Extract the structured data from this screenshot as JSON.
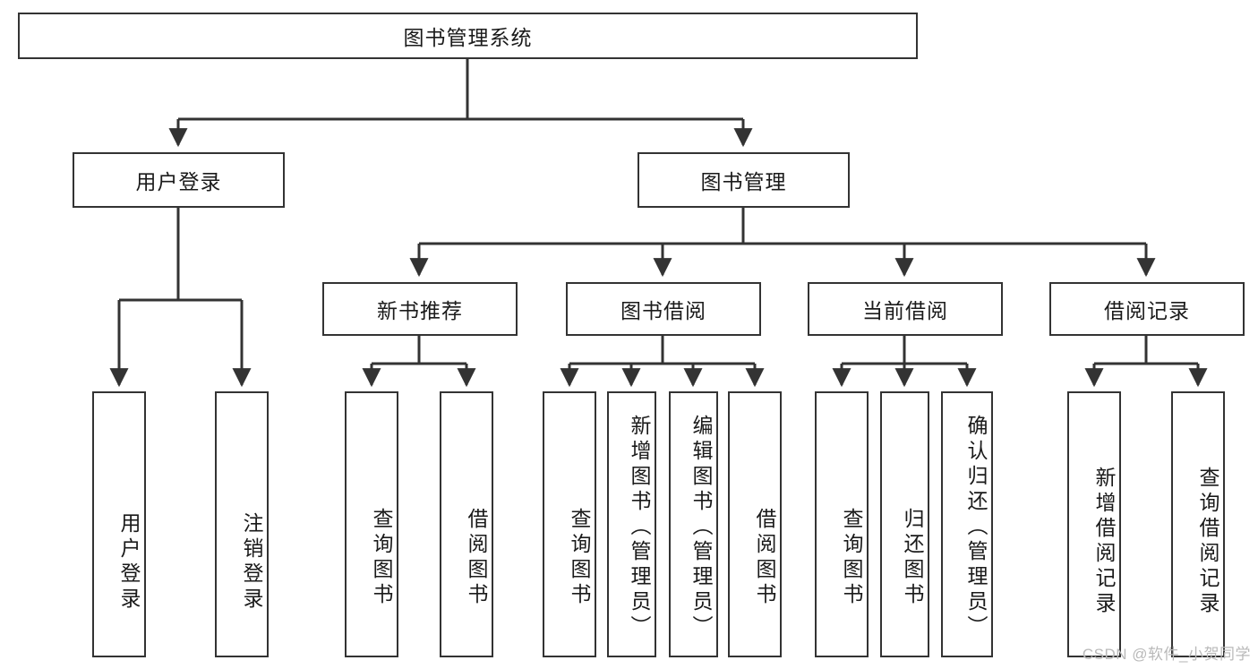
{
  "diagram": {
    "title": "图书管理系统",
    "type": "tree",
    "watermark": "CSDN @软件_小贺同学",
    "colors": {
      "box_border": "#333333",
      "box_fill": "#ffffff",
      "line": "#333333",
      "text": "#1a1a1a",
      "watermark": "#b9b9b9"
    },
    "root": {
      "label": "图书管理系统"
    },
    "level2": [
      {
        "label": "用户登录"
      },
      {
        "label": "图书管理"
      }
    ],
    "level3": [
      {
        "label": "新书推荐"
      },
      {
        "label": "图书借阅"
      },
      {
        "label": "当前借阅"
      },
      {
        "label": "借阅记录"
      }
    ],
    "leaves": {
      "user_login": [
        {
          "label": "用户登录"
        },
        {
          "label": "注销登录"
        }
      ],
      "new_book": [
        {
          "label": "查询图书"
        },
        {
          "label": "借阅图书"
        }
      ],
      "borrow_book": [
        {
          "label": "查询图书"
        },
        {
          "label": "新增图书（管理员）"
        },
        {
          "label": "编辑图书（管理员）"
        },
        {
          "label": "借阅图书"
        }
      ],
      "current_borrow": [
        {
          "label": "查询图书"
        },
        {
          "label": "归还图书"
        },
        {
          "label": "确认归还（管理员）"
        }
      ],
      "borrow_record": [
        {
          "label": "新增借阅记录"
        },
        {
          "label": "查询借阅记录"
        }
      ]
    }
  }
}
